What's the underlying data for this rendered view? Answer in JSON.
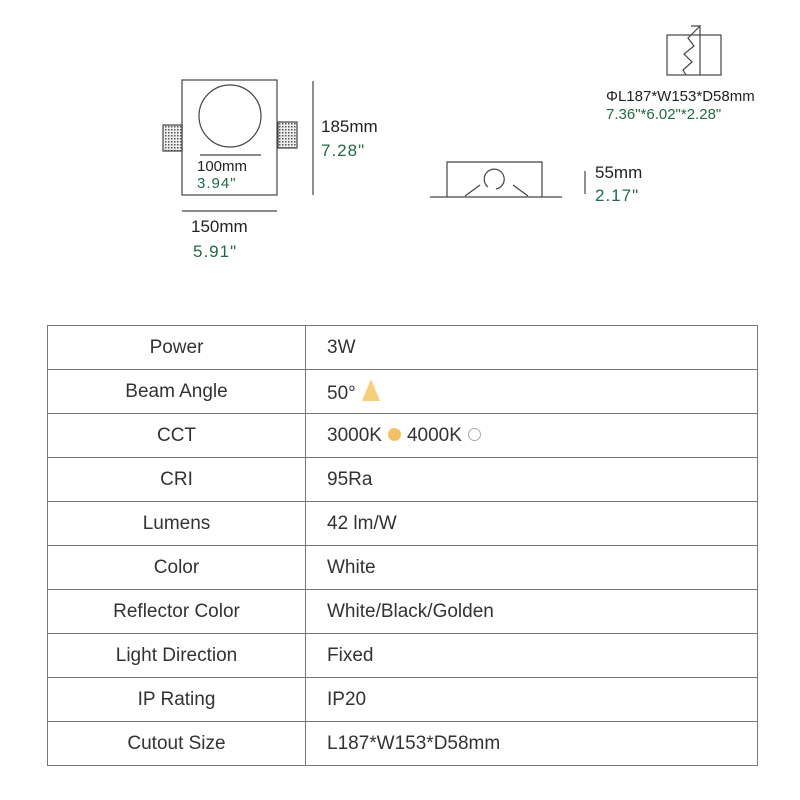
{
  "front_view": {
    "height_mm": "185mm",
    "height_in": "7.28\"",
    "hole_mm": "100mm",
    "hole_in": "3.94\"",
    "width_mm": "150mm",
    "width_in": "5.91\""
  },
  "side_view": {
    "depth_mm": "55mm",
    "depth_in": "2.17\""
  },
  "cutout_view": {
    "size_mm": "ΦL187*W153*D58mm",
    "size_in": "7.36\"*6.02\"*2.28\""
  },
  "colors": {
    "warm": "#f5c060",
    "inch_text": "#1e6b45"
  },
  "specs": [
    {
      "label": "Power",
      "value": "3W"
    },
    {
      "label": "Beam Angle",
      "value": "50°",
      "icon": "beam-angle-icon"
    },
    {
      "label": "CCT",
      "value": "3000K",
      "value2": "4000K"
    },
    {
      "label": "CRI",
      "value": "95Ra"
    },
    {
      "label": "Lumens",
      "value": "42 lm/W"
    },
    {
      "label": "Color",
      "value": "White"
    },
    {
      "label": "Reflector Color",
      "value": "White/Black/Golden"
    },
    {
      "label": "Light Direction",
      "value": "Fixed"
    },
    {
      "label": "IP Rating",
      "value": "IP20"
    },
    {
      "label": "Cutout Size",
      "value": "L187*W153*D58mm"
    }
  ]
}
